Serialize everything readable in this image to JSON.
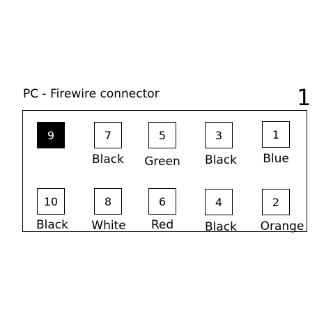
{
  "title": "PC - Firewire connector",
  "corner_number": "1",
  "pins": [
    {
      "pin": "9",
      "color": "",
      "filled": true
    },
    {
      "pin": "7",
      "color": "Black",
      "filled": false
    },
    {
      "pin": "5",
      "color": "Green",
      "filled": false
    },
    {
      "pin": "3",
      "color": "Black",
      "filled": false
    },
    {
      "pin": "1",
      "color": "Blue",
      "filled": false
    },
    {
      "pin": "10",
      "color": "Black",
      "filled": false
    },
    {
      "pin": "8",
      "color": "White",
      "filled": false
    },
    {
      "pin": "6",
      "color": "Red",
      "filled": false
    },
    {
      "pin": "4",
      "color": "Black",
      "filled": false
    },
    {
      "pin": "2",
      "color": "Orange",
      "filled": false
    }
  ]
}
